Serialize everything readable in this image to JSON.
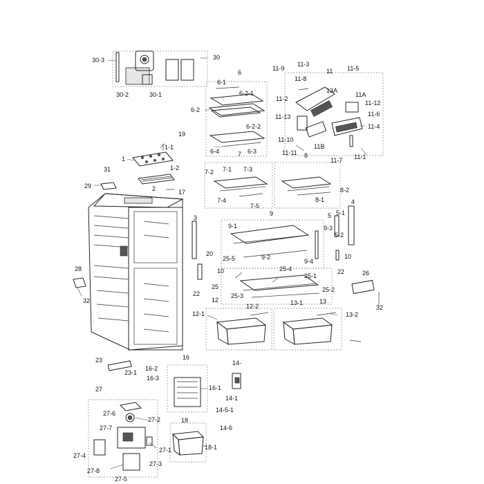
{
  "diagram": {
    "callouts": [
      {
        "id": "c30_3",
        "text": "30-3"
      },
      {
        "id": "c30",
        "text": "30"
      },
      {
        "id": "c30_2",
        "text": "30-2"
      },
      {
        "id": "c30_1",
        "text": "30-1"
      },
      {
        "id": "c6",
        "text": "6"
      },
      {
        "id": "c6_1",
        "text": "6-1"
      },
      {
        "id": "c6_2_1",
        "text": "6-2-1"
      },
      {
        "id": "c6_2",
        "text": "6-2"
      },
      {
        "id": "c6_2_2",
        "text": "6-2-2"
      },
      {
        "id": "c6_4",
        "text": "6-4"
      },
      {
        "id": "c6_3",
        "text": "6-3"
      },
      {
        "id": "c11_9",
        "text": "11-9"
      },
      {
        "id": "c11_3",
        "text": "11-3"
      },
      {
        "id": "c11",
        "text": "11"
      },
      {
        "id": "c11_5",
        "text": "11-5"
      },
      {
        "id": "c11_8",
        "text": "11-8"
      },
      {
        "id": "c11_2",
        "text": "11-2"
      },
      {
        "id": "c13A",
        "text": "13A"
      },
      {
        "id": "c11A",
        "text": "11A"
      },
      {
        "id": "c11_12",
        "text": "11-12"
      },
      {
        "id": "c11_13",
        "text": "11-13"
      },
      {
        "id": "c11_6",
        "text": "11-6"
      },
      {
        "id": "c11_4",
        "text": "11-4"
      },
      {
        "id": "c11_10",
        "text": "11-10"
      },
      {
        "id": "c11_11",
        "text": "11-11"
      },
      {
        "id": "c11B",
        "text": "11B"
      },
      {
        "id": "c8",
        "text": "8"
      },
      {
        "id": "c11_7",
        "text": "11-7"
      },
      {
        "id": "c11_1",
        "text": "11-1"
      },
      {
        "id": "c19",
        "text": "19"
      },
      {
        "id": "c1_1",
        "text": "1-1"
      },
      {
        "id": "c1",
        "text": "1"
      },
      {
        "id": "c1_2",
        "text": "1-2"
      },
      {
        "id": "c31",
        "text": "31"
      },
      {
        "id": "c29",
        "text": "29"
      },
      {
        "id": "c2",
        "text": "2"
      },
      {
        "id": "c17",
        "text": "17"
      },
      {
        "id": "c7",
        "text": "7"
      },
      {
        "id": "c7_1",
        "text": "7-1"
      },
      {
        "id": "c7_3",
        "text": "7-3"
      },
      {
        "id": "c7_2",
        "text": "7-2"
      },
      {
        "id": "c7_4",
        "text": "7-4"
      },
      {
        "id": "c7_5",
        "text": "7-5"
      },
      {
        "id": "c8_2",
        "text": "8-2"
      },
      {
        "id": "c8_1",
        "text": "8-1"
      },
      {
        "id": "c3",
        "text": "3"
      },
      {
        "id": "c9",
        "text": "9"
      },
      {
        "id": "c5",
        "text": "5"
      },
      {
        "id": "c4",
        "text": "4"
      },
      {
        "id": "c5_1",
        "text": "5-1"
      },
      {
        "id": "c9_1",
        "text": "9-1"
      },
      {
        "id": "c9_3",
        "text": "9-3"
      },
      {
        "id": "c5_2",
        "text": "5-2"
      },
      {
        "id": "c20",
        "text": "20"
      },
      {
        "id": "c9_2",
        "text": "9-2"
      },
      {
        "id": "c9_4",
        "text": "9-4"
      },
      {
        "id": "c10a",
        "text": "10"
      },
      {
        "id": "c25_5",
        "text": "25-5"
      },
      {
        "id": "c25_4",
        "text": "25-4"
      },
      {
        "id": "c10b",
        "text": "10"
      },
      {
        "id": "c22a",
        "text": "22"
      },
      {
        "id": "c28",
        "text": "28"
      },
      {
        "id": "c26",
        "text": "26"
      },
      {
        "id": "c25_1",
        "text": "25-1"
      },
      {
        "id": "c25",
        "text": "25"
      },
      {
        "id": "c25_2",
        "text": "25-2"
      },
      {
        "id": "c22b",
        "text": "22"
      },
      {
        "id": "c25_3",
        "text": "25-3"
      },
      {
        "id": "c32a",
        "text": "32"
      },
      {
        "id": "c12",
        "text": "12"
      },
      {
        "id": "c13_1",
        "text": "13-1"
      },
      {
        "id": "c13",
        "text": "13"
      },
      {
        "id": "c32b",
        "text": "32"
      },
      {
        "id": "c12_2",
        "text": "12-2"
      },
      {
        "id": "c12_1",
        "text": "12-1"
      },
      {
        "id": "c13_2",
        "text": "13-2"
      },
      {
        "id": "c23",
        "text": "23"
      },
      {
        "id": "c16",
        "text": "16"
      },
      {
        "id": "c23_1",
        "text": "23-1"
      },
      {
        "id": "c16_2",
        "text": "16-2"
      },
      {
        "id": "c14_top",
        "text": "14-"
      },
      {
        "id": "c16_3",
        "text": "16-3"
      },
      {
        "id": "c16_1",
        "text": "16-1"
      },
      {
        "id": "c27",
        "text": "27"
      },
      {
        "id": "c14_1",
        "text": "14-1"
      },
      {
        "id": "c14_5_1",
        "text": "14-5-1"
      },
      {
        "id": "c27_6",
        "text": "27-6"
      },
      {
        "id": "c27_2",
        "text": "27-2"
      },
      {
        "id": "c18",
        "text": "18"
      },
      {
        "id": "c27_7",
        "text": "27-7"
      },
      {
        "id": "c14_6",
        "text": "14-6"
      },
      {
        "id": "c27_1",
        "text": "27-1"
      },
      {
        "id": "c18_1",
        "text": "18-1"
      },
      {
        "id": "c27_4",
        "text": "27-4"
      },
      {
        "id": "c27_3",
        "text": "27-3"
      },
      {
        "id": "c27_8",
        "text": "27-8"
      },
      {
        "id": "c27_5",
        "text": "27-5"
      }
    ]
  }
}
